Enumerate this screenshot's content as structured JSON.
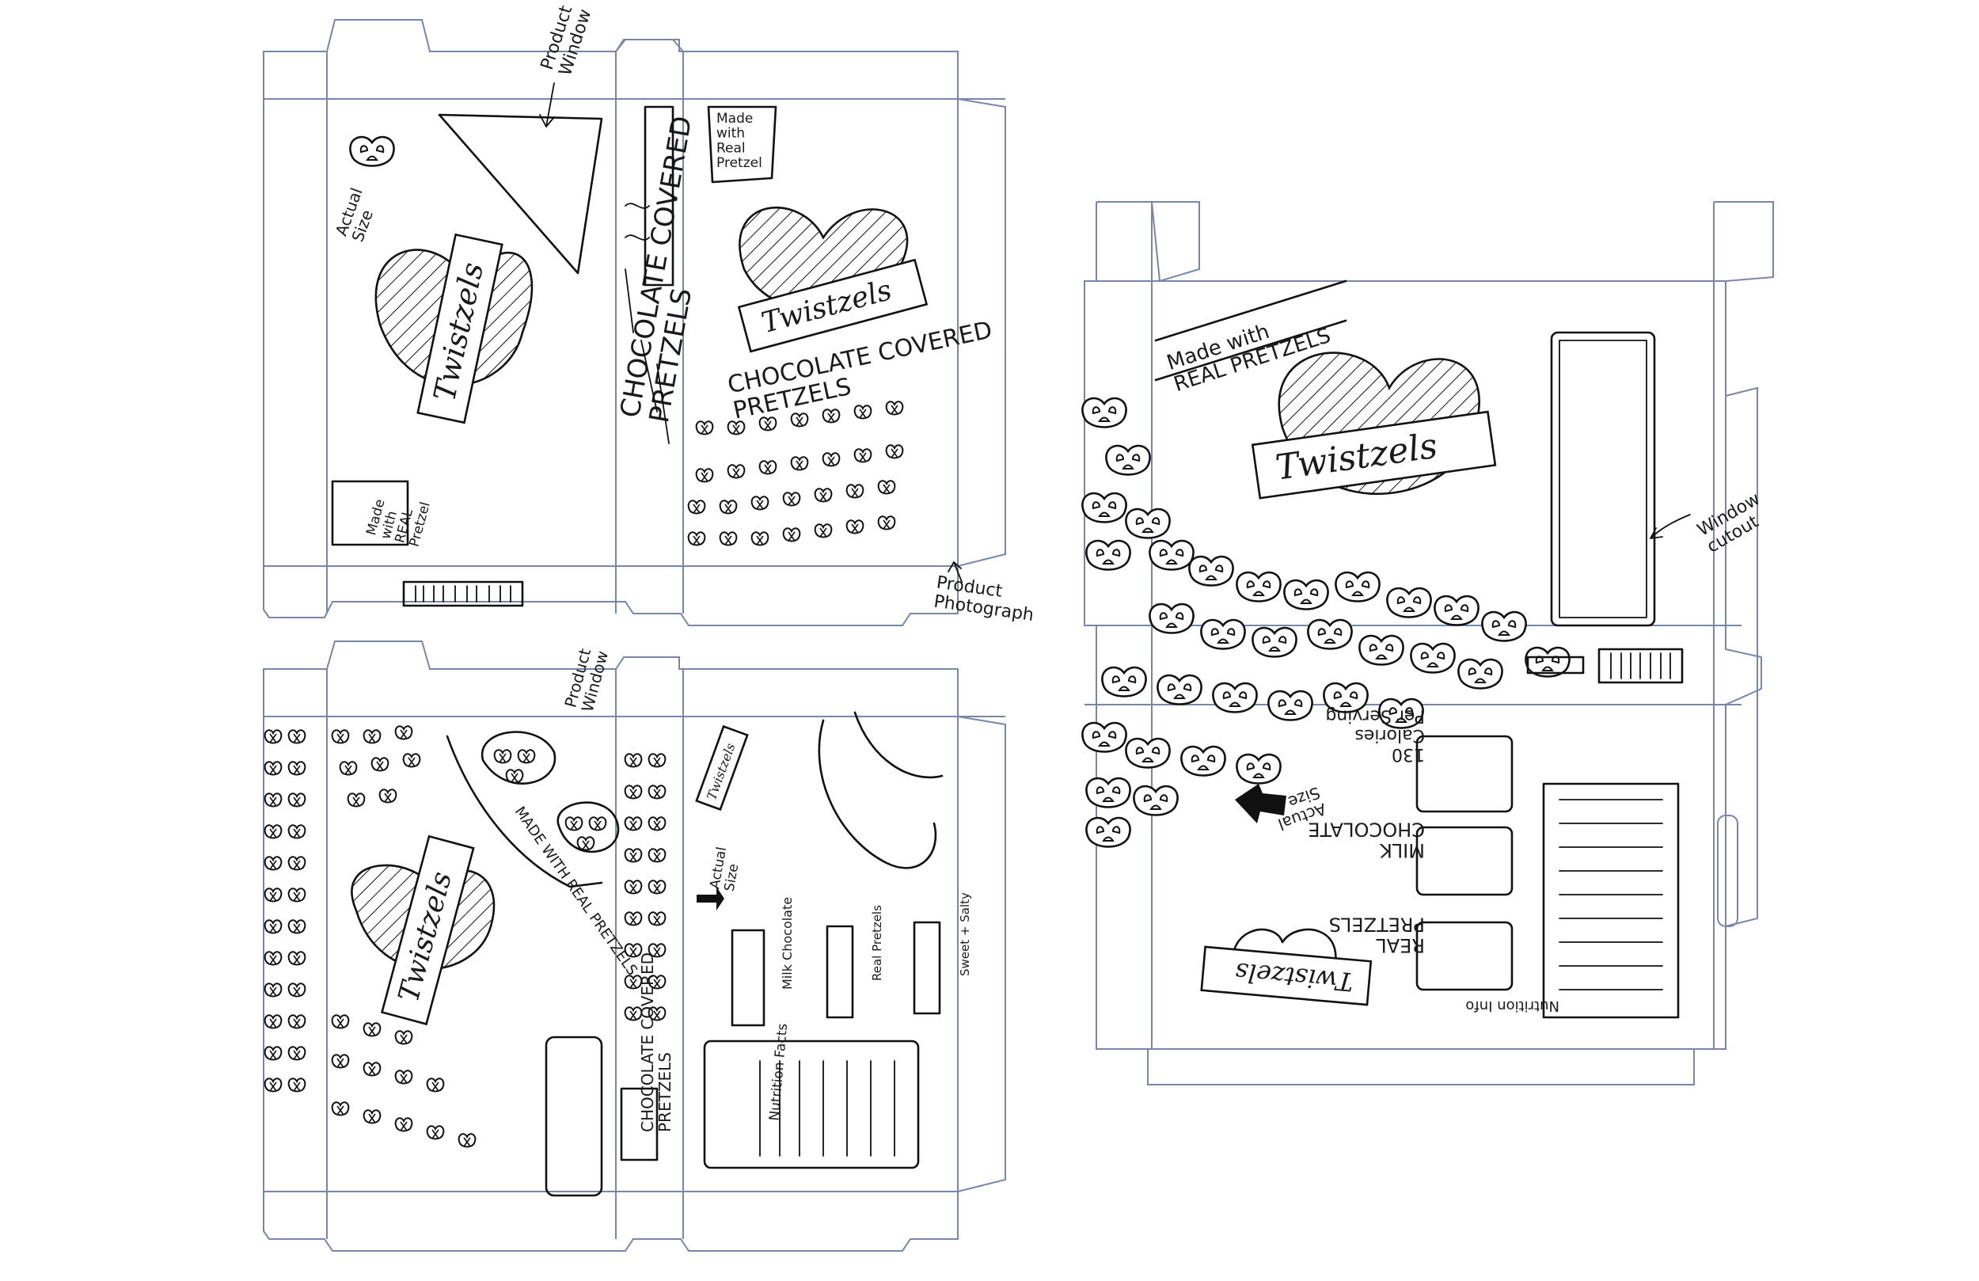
{
  "brand": "Twistzels",
  "sketch1": {
    "annotation_window": "Product\nWindow",
    "actual_size": "Actual\nSize",
    "made_with": "Made\nwith\nReal\nPretzel",
    "made_with_left": "Made\nwith\nREAL\nPretzel",
    "headline": "CHOCOLATE COVERED\nPRETZELS",
    "annotation_photo": "Product\nPhotograph"
  },
  "sketch2": {
    "annotation_window": "Product\nWindow",
    "arc_text": "MADE WITH REAL PRETZELS",
    "headline": "CHOCOLATE COVERED\nPRETZELS",
    "actual_size": "Actual\nSize",
    "flavor_milk": "Milk Chocolate",
    "flavor_real": "Real Pretzels",
    "flavor_sweet": "Sweet + Salty",
    "nutrition": "Nutrition Facts"
  },
  "sketch3": {
    "made_with": "Made with\nREAL PRETZELS",
    "annotation_window": "Window\ncutout",
    "actual_size": "Actual\nSize",
    "calories": "130\nCalories\nPer Serving",
    "milk": "MILK\nCHOCOLATE",
    "real": "REAL\nPRETZELS",
    "nutrition": "Nutrition Info"
  },
  "colors": {
    "dieline": "#7a86a8",
    "ink": "#111111",
    "paper": "#ffffff"
  }
}
